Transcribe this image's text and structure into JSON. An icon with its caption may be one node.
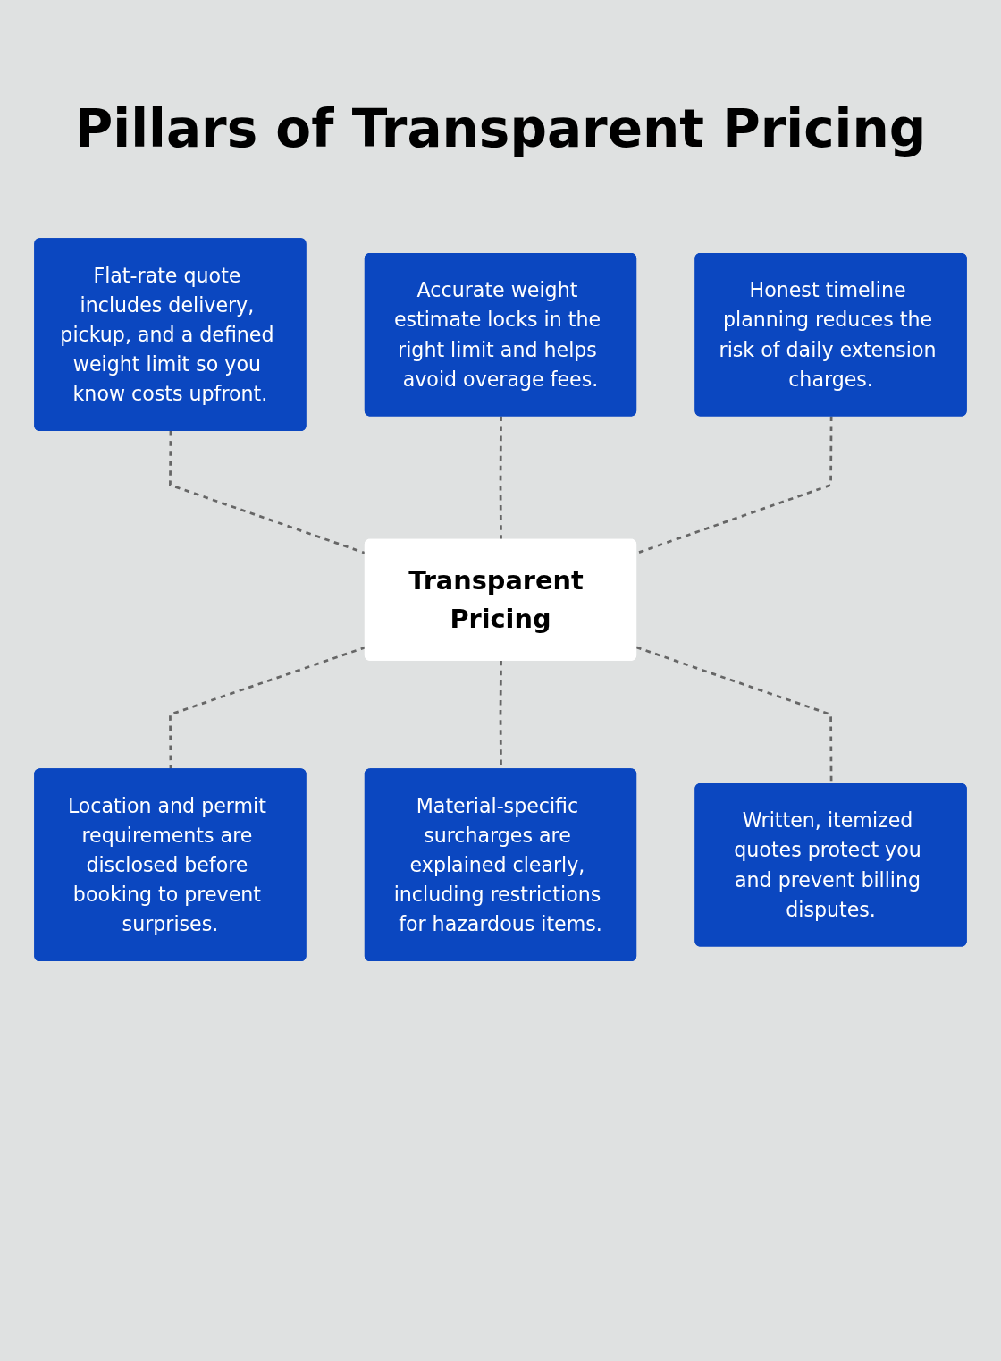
{
  "diagram": {
    "title": "Pillars of Transparent Pricing",
    "nodes": [
      {
        "text": [
          "Flat-rate quote includes delivery, pickup, and a defined weight limit so you know costs upfront."
        ]
      },
      {
        "text": [
          "Accurate weight estimate locks in the right limit and helps avoid overage fees."
        ]
      },
      {
        "text": [
          "Honest timeline planning reduces the risk of daily extension charges."
        ]
      },
      {
        "text": [
          "Transparent Pricing"
        ]
      },
      {
        "text": [
          "Location and permit requirements are disclosed before booking to prevent surprises."
        ]
      },
      {
        "text": [
          "Material-specific surcharges are explained clearly, including restrictions for hazardous items."
        ]
      },
      {
        "text": [
          "Written, itemized quotes protect you and prevent billing disputes."
        ]
      }
    ],
    "edges": [
      {
        "from": 0,
        "to": 3,
        "arrow": "none",
        "style": "dashed"
      },
      {
        "from": 1,
        "to": 3,
        "arrow": "none",
        "style": "dashed"
      },
      {
        "from": 2,
        "to": 3,
        "arrow": "none",
        "style": "dashed"
      },
      {
        "from": 3,
        "to": 4,
        "arrow": "none",
        "style": "dashed"
      },
      {
        "from": 3,
        "to": 5,
        "arrow": "none",
        "style": "dashed"
      },
      {
        "from": 3,
        "to": 6,
        "arrow": "none",
        "style": "dashed"
      }
    ]
  }
}
